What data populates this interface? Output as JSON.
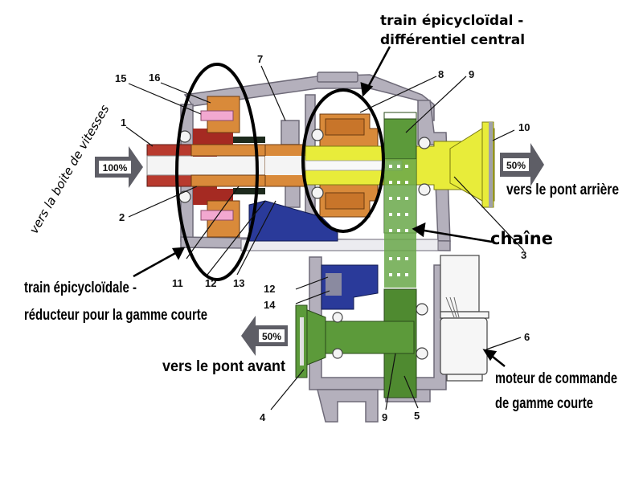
{
  "annotations": {
    "center_diff_line1": "train épicycloïdal -",
    "center_diff_line2": "différentiel central",
    "gearbox": "vers la boite de vitesses",
    "rear_axle": "vers le pont arrière",
    "chain": "chaîne",
    "reduction_line1": "train épicycloïdale -",
    "reduction_line2": "réducteur pour la gamme courte",
    "front_axle": "vers le pont avant",
    "motor_line1": "moteur de commande",
    "motor_line2": "de gamme courte"
  },
  "flow_arrows": {
    "input": "100%",
    "rear": "50%",
    "front": "50%"
  },
  "part_numbers": {
    "n1": "1",
    "n2": "2",
    "n3": "3",
    "n4": "4",
    "n5": "5",
    "n6": "6",
    "n7": "7",
    "n8": "8",
    "n9a": "9",
    "n9b": "9",
    "n10": "10",
    "n11": "11",
    "n12a": "12",
    "n12b": "12",
    "n13": "13",
    "n14": "14",
    "n15": "15",
    "n16": "16"
  },
  "colors": {
    "housing": "#a8a4b0",
    "input_shaft": "#b83a2e",
    "planet_orange": "#d98a3a",
    "planet_pink": "#f2a8d0",
    "output_yellow": "#e8ec3a",
    "chain_green": "#5c9a3a",
    "shift_blue": "#2a3a9a",
    "arrow_gray": "#5e5e66"
  }
}
